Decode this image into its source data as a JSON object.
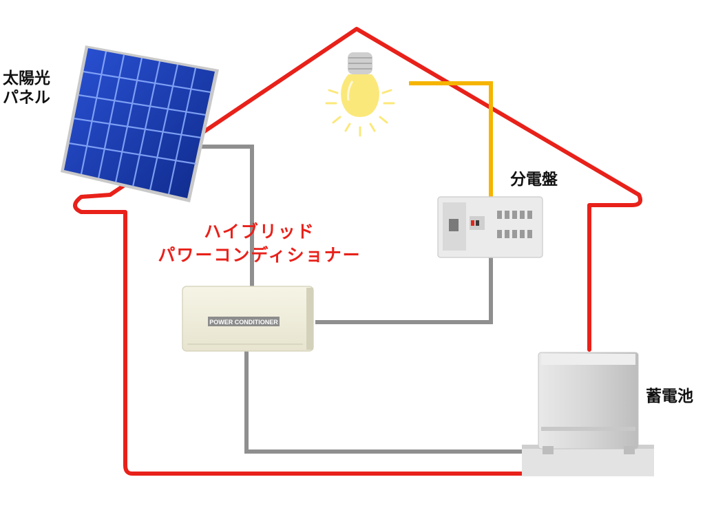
{
  "labels": {
    "solar_panel": [
      "太陽光",
      "パネル"
    ],
    "distribution_board": "分電盤",
    "hybrid_power_conditioner": [
      "ハイブリッド",
      "パワーコンディショナー"
    ],
    "storage_battery": "蓄電池"
  },
  "power_conditioner_plate": "POWER CONDITIONER",
  "colors": {
    "house_outline": "#e8211a",
    "wiring": "#8f8f8f",
    "lighting_wire": "#f5b400",
    "bulb": "#fbe87a",
    "solar_cells": "#1a3aa8",
    "red_label": "#e8211a"
  }
}
